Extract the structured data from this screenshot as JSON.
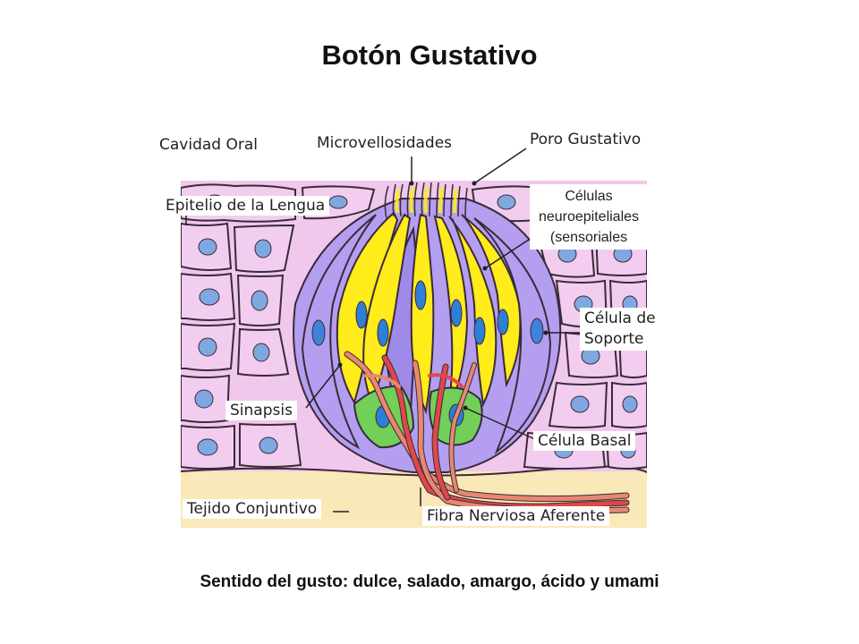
{
  "title": "Botón Gustativo",
  "caption": "Sentido del gusto: dulce, salado, amargo, ácido y umami",
  "labels": {
    "cavidad_oral": "Cavidad Oral",
    "microvellosidades": "Microvellosidades",
    "poro_gustativo": "Poro Gustativo",
    "epitelio": "Epitelio de la Lengua",
    "celulas_sensoriales": [
      "Células",
      "neuroepiteliales",
      "(sensoriales"
    ],
    "celula_soporte": [
      "Célula de",
      "Soporte"
    ],
    "sinapsis": "Sinapsis",
    "celula_basal": "Célula Basal",
    "tejido_conjuntivo": "Tejido Conjuntivo",
    "fibra_nerviosa": "Fibra Nerviosa Aferente"
  },
  "colors": {
    "epithelium": "#f0c8ec",
    "cell_outline": "#3a2a3a",
    "nucleus": "#7fa8e0",
    "nucleus_sensory": "#2e7fd6",
    "sensory_cell": "#ffec1a",
    "support_cell": "#b49ef0",
    "basal_cell": "#72cf58",
    "connective_tissue": "#f9e8b8",
    "nerve_fiber": "#e04848",
    "nerve_fiber_light": "#e88870"
  }
}
